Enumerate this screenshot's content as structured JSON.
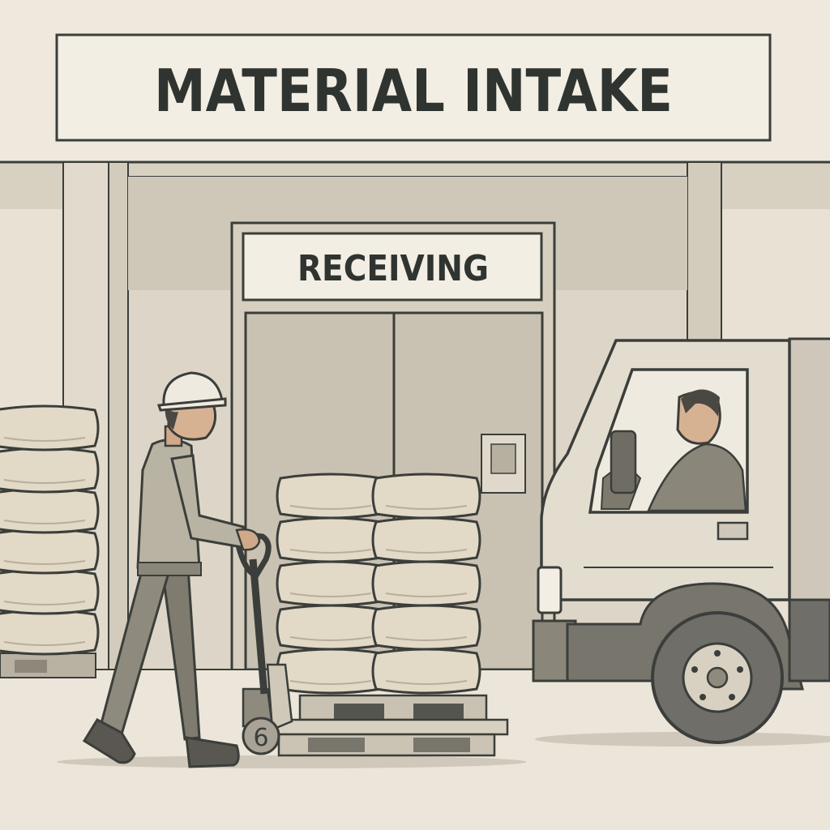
{
  "signs": {
    "main": "MATERIAL INTAKE",
    "door": "RECEIVING"
  },
  "pallet_jack": {
    "wheel_label": "6"
  },
  "colors": {
    "background": "#efe9dd",
    "wall": "#ddd6c8",
    "wall_shade": "#cfc8b9",
    "door": "#c9c2b3",
    "outline": "#3b3e3a",
    "sack": "#e2d9c6",
    "worker_clothing": "#8e8a7d",
    "truck_body": "#e3ddd0",
    "tire": "#6f6e68"
  }
}
